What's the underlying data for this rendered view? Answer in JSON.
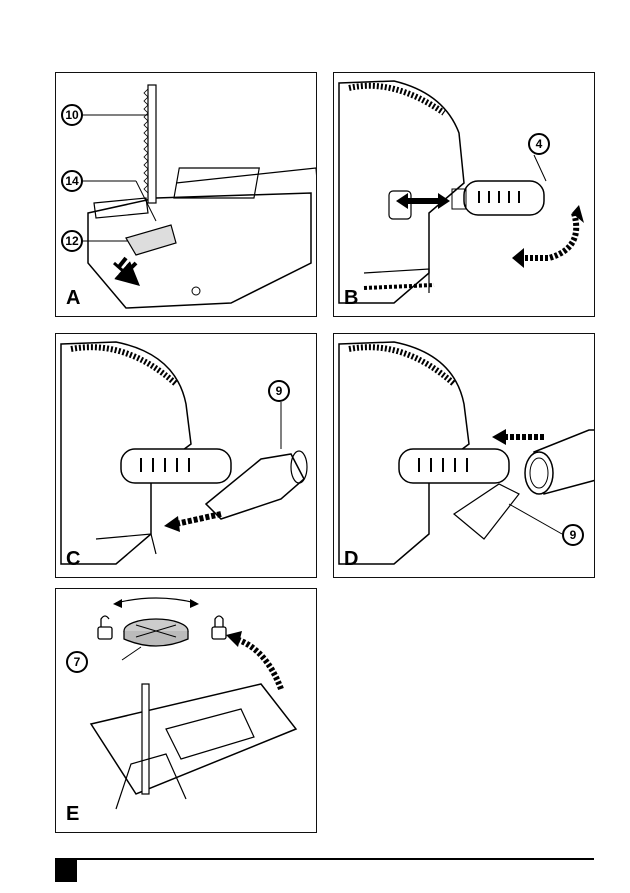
{
  "panels": [
    {
      "label": "A",
      "callouts": [
        "10",
        "14",
        "12"
      ]
    },
    {
      "label": "B",
      "callouts": [
        "4"
      ]
    },
    {
      "label": "C",
      "callouts": [
        "9"
      ]
    },
    {
      "label": "D",
      "callouts": [
        "9"
      ]
    },
    {
      "label": "E",
      "callouts": [
        "7"
      ]
    }
  ],
  "icons": [
    "lock-open-icon",
    "lock-closed-icon",
    "arrow-icon"
  ],
  "colors": {
    "ink": "#000000",
    "paper": "#ffffff",
    "hatch": "#555555"
  }
}
